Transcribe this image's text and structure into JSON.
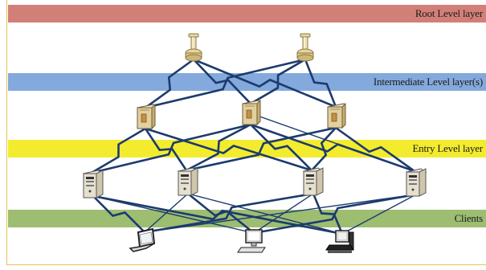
{
  "layers": {
    "root": "Root Level layer",
    "intermediate": "Intermediate Level layer(s)",
    "entry": "Entry Level layer",
    "clients": "Clients"
  },
  "colors": {
    "root": "#d27f78",
    "intermediate": "#84a9dc",
    "entry": "#f3ec2e",
    "clients": "#9dbd71",
    "link": "#1c3b6e"
  },
  "nodes": {
    "root": [
      "antenna-icon",
      "antenna-icon"
    ],
    "intermediate": [
      "server-icon",
      "server-icon",
      "server-icon"
    ],
    "entry": [
      "tower-server-icon",
      "tower-server-icon",
      "tower-server-icon",
      "tower-server-icon"
    ],
    "clients": [
      "laptop-icon",
      "desktop-icon",
      "workstation-icon"
    ]
  }
}
